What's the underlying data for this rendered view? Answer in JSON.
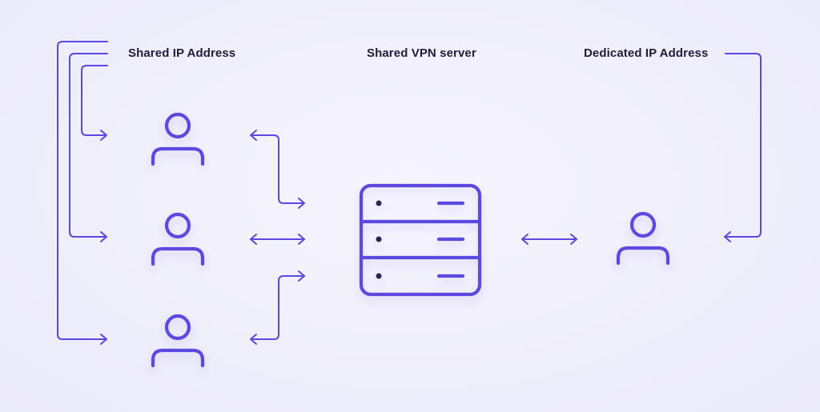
{
  "labels": {
    "shared_ip": "Shared IP Address",
    "vpn_server": "Shared VPN server",
    "dedicated_ip": "Dedicated IP Address"
  },
  "colors": {
    "accent": "#5b48e0",
    "text": "#1f1d3a",
    "background": "#f1f0fc"
  },
  "icons": {
    "user": "user-icon",
    "server": "server-icon",
    "arrow": "double-arrow-icon"
  }
}
